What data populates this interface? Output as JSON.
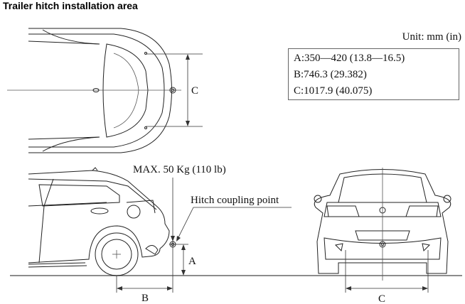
{
  "title": "Trailer hitch installation area",
  "unit_label": "Unit: mm (in)",
  "specs": [
    "A:350—420 (13.8—16.5)",
    "B:746.3 (29.382)",
    "C:1017.9 (40.075)"
  ],
  "labels": {
    "max_load": "MAX. 50 Kg (110 lb)",
    "hitch_point": "Hitch coupling point",
    "dim_a": "A",
    "dim_b": "B",
    "dim_c_top": "C",
    "dim_c_rear": "C"
  }
}
